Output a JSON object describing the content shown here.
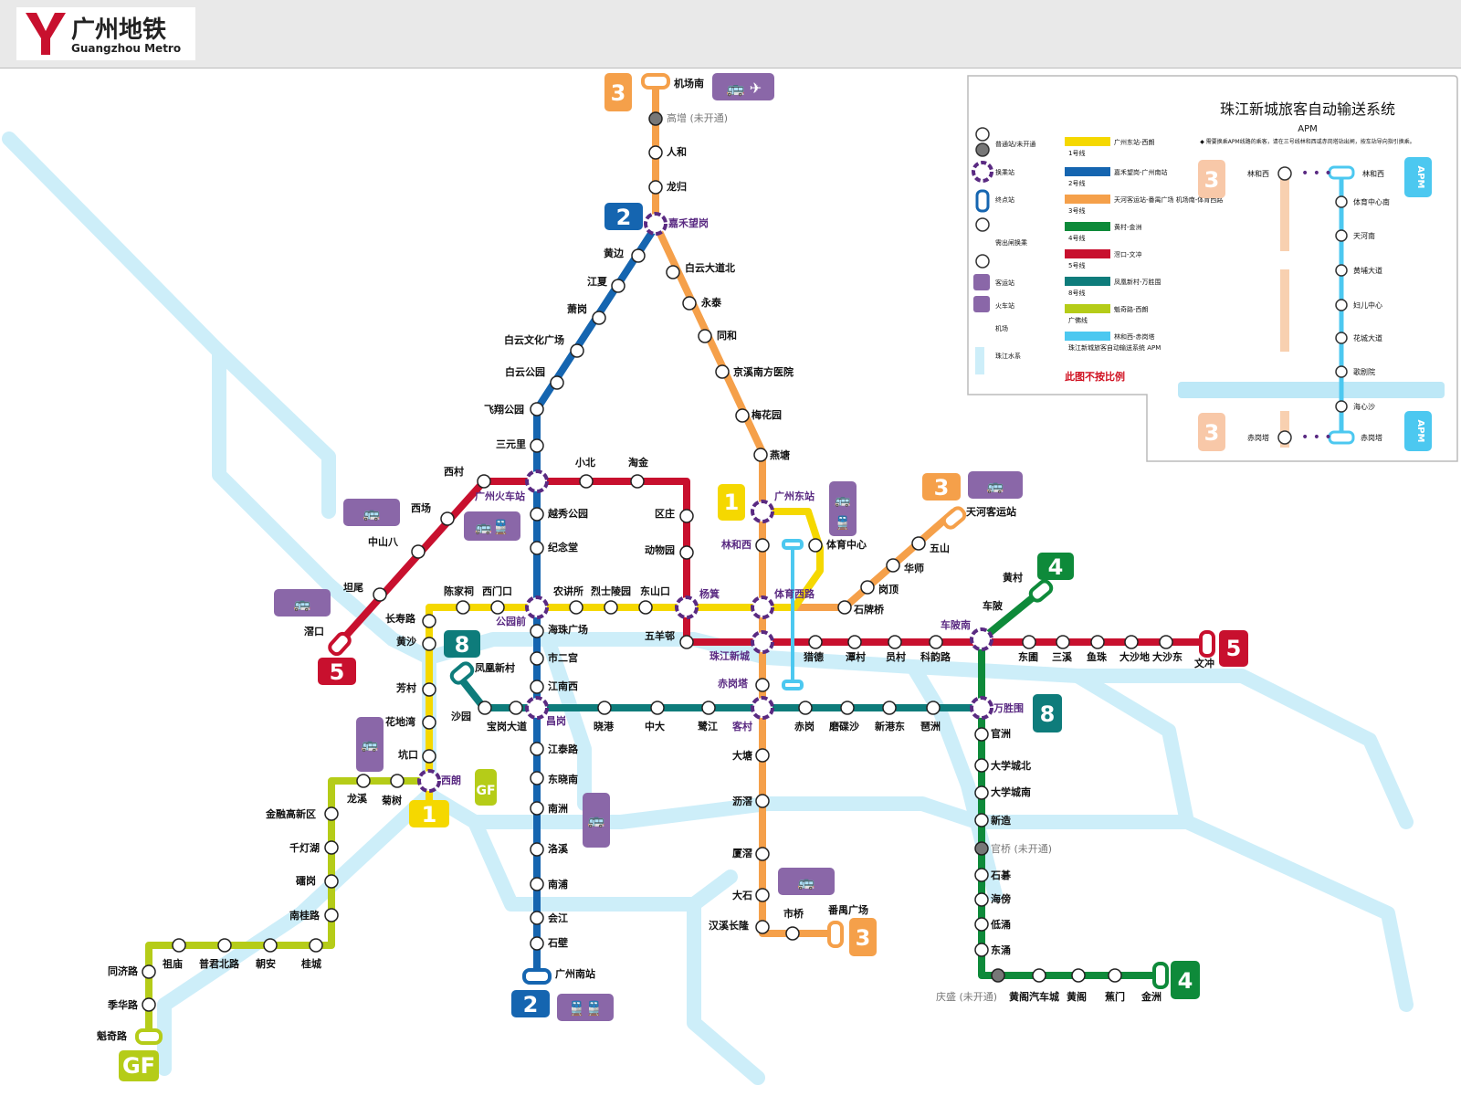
{
  "header": {
    "title": "广州地铁",
    "subtitle": "Guangzhou Metro"
  },
  "legend": {
    "title": "珠江新城旅客自动输送系统",
    "subtitle": "APM",
    "note": "◆ 需要换乘APM线路的乘客，请在三号线林和西或赤岗塔站出闸，按车站导向指引换乘。",
    "symbols": [
      "普通站/未开通",
      "换乘站",
      "终点站",
      "需出闸换乘",
      "客运站",
      "火车站",
      "机场",
      "珠江水系"
    ],
    "lines": [
      {
        "num": "1号线",
        "name": "广州东站-西朗",
        "color": "#f5d800"
      },
      {
        "num": "2号线",
        "name": "嘉禾望岗-广州南站",
        "color": "#1565b0"
      },
      {
        "num": "3号线",
        "name": "天河客运站-番禺广场 机场南-体育西路",
        "color": "#f5a04a"
      },
      {
        "num": "4号线",
        "name": "黄村-金洲",
        "color": "#0e8a3a"
      },
      {
        "num": "5号线",
        "name": "滘口-文冲",
        "color": "#c8102e"
      },
      {
        "num": "8号线",
        "name": "凤凰新村-万胜围",
        "color": "#0e7c7b"
      },
      {
        "num": "广佛线",
        "name": "魁奇路-西朗",
        "color": "#b5cc18"
      },
      {
        "num": "珠江新城旅客自动输送系统 APM",
        "name": "林和西-赤岗塔",
        "color": "#4cc8f0"
      }
    ],
    "scale_note": "此图不按比例",
    "apm_stations": [
      "林和西",
      "体育中心南",
      "天河南",
      "黄埔大道",
      "妇儿中心",
      "花城大道",
      "歌剧院",
      "海心沙",
      "赤岗塔"
    ],
    "apm_side": [
      "林和西",
      "赤岗塔"
    ],
    "apm_tag": "APM",
    "line3_tag": "3"
  },
  "badges": [
    "3",
    "2",
    "1",
    "3",
    "4",
    "5",
    "5",
    "8",
    "8",
    "GF",
    "1",
    "3",
    "4",
    "2",
    "GF"
  ],
  "labels": {
    "l3n": [
      "机场南",
      "高增 (未开通)",
      "人和",
      "龙归",
      "嘉禾望岗",
      "白云大道北",
      "永泰",
      "同和",
      "京溪南方医院",
      "梅花园",
      "燕塘"
    ],
    "l2n": [
      "黄边",
      "江夏",
      "萧岗",
      "白云文化广场",
      "白云公园",
      "飞翔公园",
      "三元里"
    ],
    "l5": [
      "西村",
      "西场",
      "中山八",
      "坦尾",
      "滘口",
      "广州火车站",
      "小北",
      "淘金",
      "区庄",
      "动物园",
      "杨箕",
      "五羊邨",
      "珠江新城",
      "猎德",
      "潭村",
      "员村",
      "科韵路",
      "车陂南",
      "东圃",
      "三溪",
      "鱼珠",
      "大沙地",
      "大沙东",
      "文冲"
    ],
    "l2c": [
      "越秀公园",
      "纪念堂",
      "公园前",
      "海珠广场",
      "市二宫",
      "江南西",
      "昌岗",
      "江泰路",
      "东晓南",
      "南洲",
      "洛溪",
      "南浦",
      "会江",
      "石壁",
      "广州南站"
    ],
    "l1": [
      "广州东站",
      "林和西",
      "体育中心",
      "体育西路",
      "烈士陵园",
      "东山口",
      "农讲所",
      "陈家祠",
      "西门口",
      "长寿路",
      "黄沙",
      "芳村",
      "花地湾",
      "坑口",
      "西朗"
    ],
    "l3e": [
      "天河客运站",
      "五山",
      "华师",
      "岗顶",
      "石牌桥"
    ],
    "l8": [
      "凤凰新村",
      "沙园",
      "宝岗大道",
      "晓港",
      "中大",
      "鹭江",
      "客村",
      "赤岗",
      "磨碟沙",
      "新港东",
      "琶洲",
      "万胜围",
      "赤岗塔"
    ],
    "l3s": [
      "大塘",
      "沥滘",
      "厦滘",
      "大石",
      "汉溪长隆",
      "市桥",
      "番禺广场"
    ],
    "l4": [
      "黄村",
      "车陂",
      "官洲",
      "大学城北",
      "大学城南",
      "新造",
      "官桥 (未开通)",
      "石碁",
      "海傍",
      "低涌",
      "东涌",
      "庆盛 (未开通)",
      "黄阁汽车城",
      "黄阁",
      "蕉门",
      "金洲"
    ],
    "gf": [
      "龙溪",
      "菊树",
      "金融高新区",
      "千灯湖",
      "礌岗",
      "南桂路",
      "桂城",
      "朝安",
      "普君北路",
      "祖庙",
      "同济路",
      "季华路",
      "魁奇路"
    ]
  }
}
